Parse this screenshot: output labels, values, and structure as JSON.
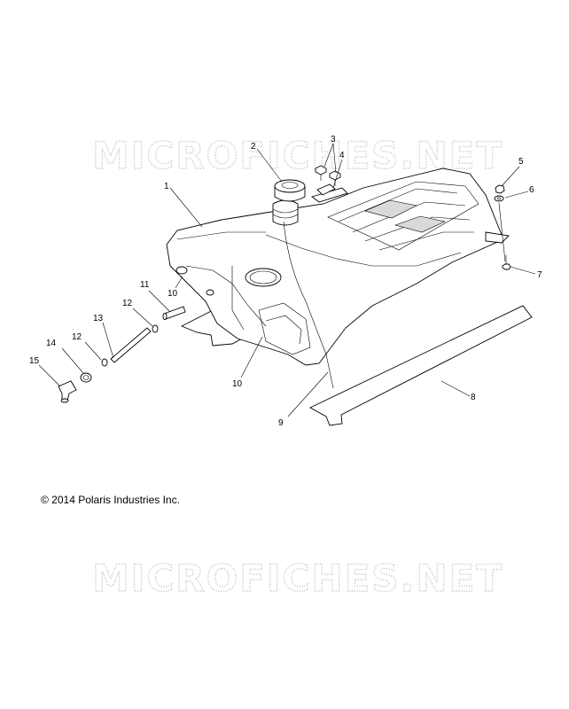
{
  "watermark": "MICROFICHES.NET",
  "copyright": "© 2014 Polaris Industries Inc.",
  "callouts": {
    "c1": "1",
    "c2": "2",
    "c3": "3",
    "c4": "4",
    "c5": "5",
    "c6": "6",
    "c7": "7",
    "c8": "8",
    "c9": "9",
    "c10a": "10",
    "c10b": "10",
    "c11": "11",
    "c12a": "12",
    "c12b": "12",
    "c13": "13",
    "c14": "14",
    "c15": "15"
  }
}
